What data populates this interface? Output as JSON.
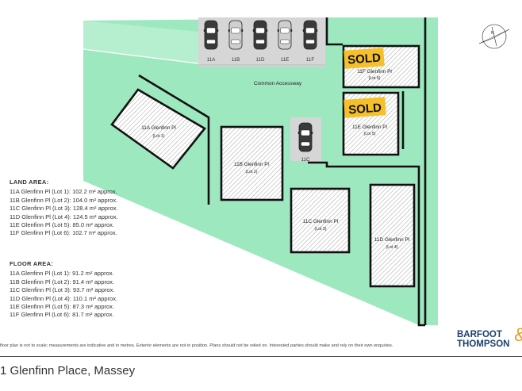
{
  "site": {
    "common_accessway": "Common Accessway",
    "parking": [
      "11A",
      "11B",
      "11D",
      "11E",
      "11F"
    ],
    "parking_garage_label": "11C",
    "sold_label": "SOLD",
    "lots": [
      {
        "id": "lotA",
        "name": "11A Glenfinn Pl",
        "lot": "(Lot 1)"
      },
      {
        "id": "lotB",
        "name": "11B Glenfinn Pl",
        "lot": "(Lot 2)"
      },
      {
        "id": "lotC",
        "name": "11C Glenfinn Pl",
        "lot": "(Lot 3)"
      },
      {
        "id": "lotD",
        "name": "11D Glenfinn Pl",
        "lot": "(Lot 4)"
      },
      {
        "id": "lotE",
        "name": "11E Glenfinn Pl",
        "lot": "(Lot 5)"
      },
      {
        "id": "lotF",
        "name": "11F Glenfinn Pl",
        "lot": "(Lot 6)"
      }
    ]
  },
  "land_area": {
    "heading": "LAND AREA:",
    "items": [
      "11A Glenfinn Pl (Lot 1): 102.2 m² approx.",
      "11B Glenfinn Pl (Lot 2): 104.0 m² approx.",
      "11C Glenfinn Pl (Lot 3): 128.4 m² approx.",
      "11D Glenfinn Pl (Lot 4): 124.5 m² approx.",
      "11E Glenfinn Pl (Lot 5): 85.0 m² approx.",
      "11F Glenfinn Pl (Lot 6): 102.7 m² approx."
    ]
  },
  "floor_area": {
    "heading": "FLOOR AREA:",
    "items": [
      "11A Glenfinn Pl (Lot 1): 91.2 m² approx.",
      "11B Glenfinn Pl (Lot 2): 91.4 m² approx.",
      "11C Glenfinn Pl (Lot 3): 93.7 m² approx.",
      "11D Glenfinn Pl (Lot 4): 110.1 m² approx.",
      "11E Glenfinn Pl (Lot 5): 87.3 m² approx.",
      "11F Glenfinn Pl (Lot 6): 81.7 m² approx."
    ]
  },
  "disclaimer": "floor plan is not to scale; measurements are indicative and in metres. Exterior elements are not in position. Plans should not be relied on. Interested parties should make and rely on their own enquiries.",
  "address": "1 Glenfinn Place, Massey",
  "logo": {
    "line1": "BARFOOT",
    "line2": "THOMPSON",
    "amp": "&"
  },
  "colors": {
    "green": "#9ee8c0",
    "sold": "#f5c02a",
    "wall": "#111111",
    "paving": "#d6d6d6"
  },
  "icons": {
    "compass": "compass-icon",
    "car": "car-icon"
  }
}
